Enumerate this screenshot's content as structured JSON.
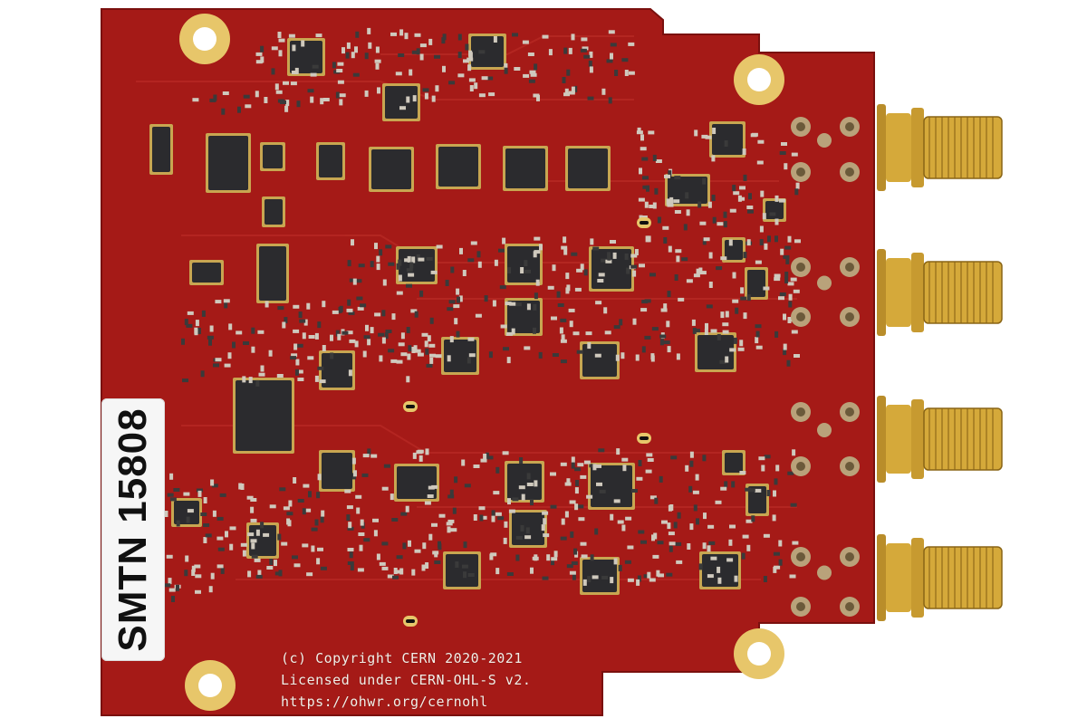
{
  "board": {
    "colors": {
      "pcb": "#a51a17",
      "pcb_dark": "#8c1412",
      "pad_gold": "#e7c66a",
      "chip": "#2b2b2e",
      "silkscreen": "#f4efe8",
      "connector_gold": "#d5a93a",
      "background": "#ffffff"
    },
    "label": {
      "text": "SMTN 15808"
    },
    "silkscreen": {
      "line1": "(c) Copyright CERN 2020-2021",
      "line2": "Licensed under CERN-OHL-S v2.",
      "line3": "https://ohwr.org/cernohl"
    },
    "connectors": [
      "sma-connector",
      "sma-connector",
      "sma-connector",
      "sma-connector"
    ],
    "mounting_holes": [
      "mounting-hole",
      "mounting-hole",
      "mounting-hole",
      "mounting-hole"
    ]
  }
}
